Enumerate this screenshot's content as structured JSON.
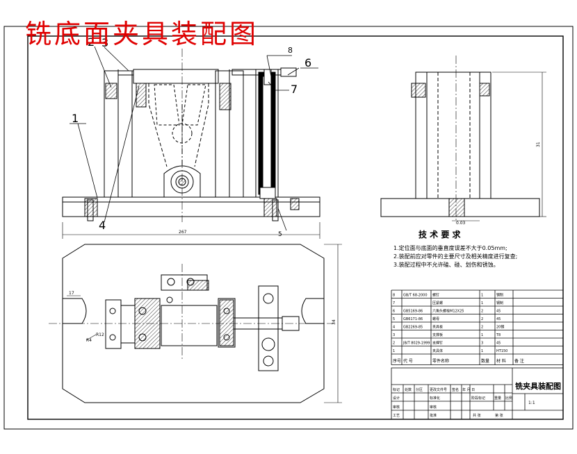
{
  "title": "铣底面夹具装配图",
  "balloons": [
    "1",
    "2",
    "3",
    "4",
    "5",
    "6",
    "7",
    "8"
  ],
  "dimensions": {
    "front_width": "267",
    "side_height": "31",
    "side_small": "0.03",
    "plan_height": "34",
    "plan_left": "17",
    "r_a": "R4",
    "r_b": "R12"
  },
  "tech_req": {
    "heading": "技 术 要 求",
    "items": [
      "1.定位面与底面的垂直度误差不大于0.05mm;",
      "2.装配前应对零件的主要尺寸及相关精度进行复查;",
      "3.装配过程中不允许磕、碰、划伤和锈蚀。"
    ]
  },
  "bom": {
    "rows": [
      {
        "no": "8",
        "code": "GB/T 68-2000",
        "name": "螺钉",
        "qty": "1",
        "material": "钢制",
        "note": ""
      },
      {
        "no": "7",
        "code": "",
        "name": "压紧螺",
        "qty": "1",
        "material": "钢制",
        "note": ""
      },
      {
        "no": "6",
        "code": "GB5169-86",
        "name": "六角头螺栓M12X25",
        "qty": "2",
        "material": "45",
        "note": ""
      },
      {
        "no": "5",
        "code": "GB6171-86",
        "name": "螺母",
        "qty": "2",
        "material": "45",
        "note": ""
      },
      {
        "no": "4",
        "code": "GB2269-85",
        "name": "夹具板",
        "qty": "2",
        "material": "20钢",
        "note": ""
      },
      {
        "no": "3",
        "code": "",
        "name": "支撑板",
        "qty": "1",
        "material": "T8",
        "note": ""
      },
      {
        "no": "2",
        "code": "JB/T 8029-1999",
        "name": "支撑钉",
        "qty": "3",
        "material": "45",
        "note": ""
      },
      {
        "no": "1",
        "code": "",
        "name": "夹具体",
        "qty": "1",
        "material": "HT150",
        "note": ""
      }
    ],
    "header": {
      "no": "序号",
      "code": "代 号",
      "name": "零件名称",
      "qty": "数量",
      "material": "材 料",
      "note": "备 注"
    }
  },
  "title_block": {
    "drawing_name": "铣夹具装配图",
    "scale": "1:1",
    "row_labels": {
      "mark": "标记",
      "count": "处数",
      "zone": "分区",
      "change_doc": "更改文件号",
      "sign": "签名",
      "date": "年 月 日",
      "design": "设计",
      "standard": "标准化",
      "review": "审核",
      "process": "工艺",
      "check": "审核",
      "approve": "批准",
      "stage_mark": "阶段标记",
      "weight": "重量",
      "ratio": "比例",
      "sheet_total": "共  张",
      "sheet_no": "第  张"
    }
  }
}
